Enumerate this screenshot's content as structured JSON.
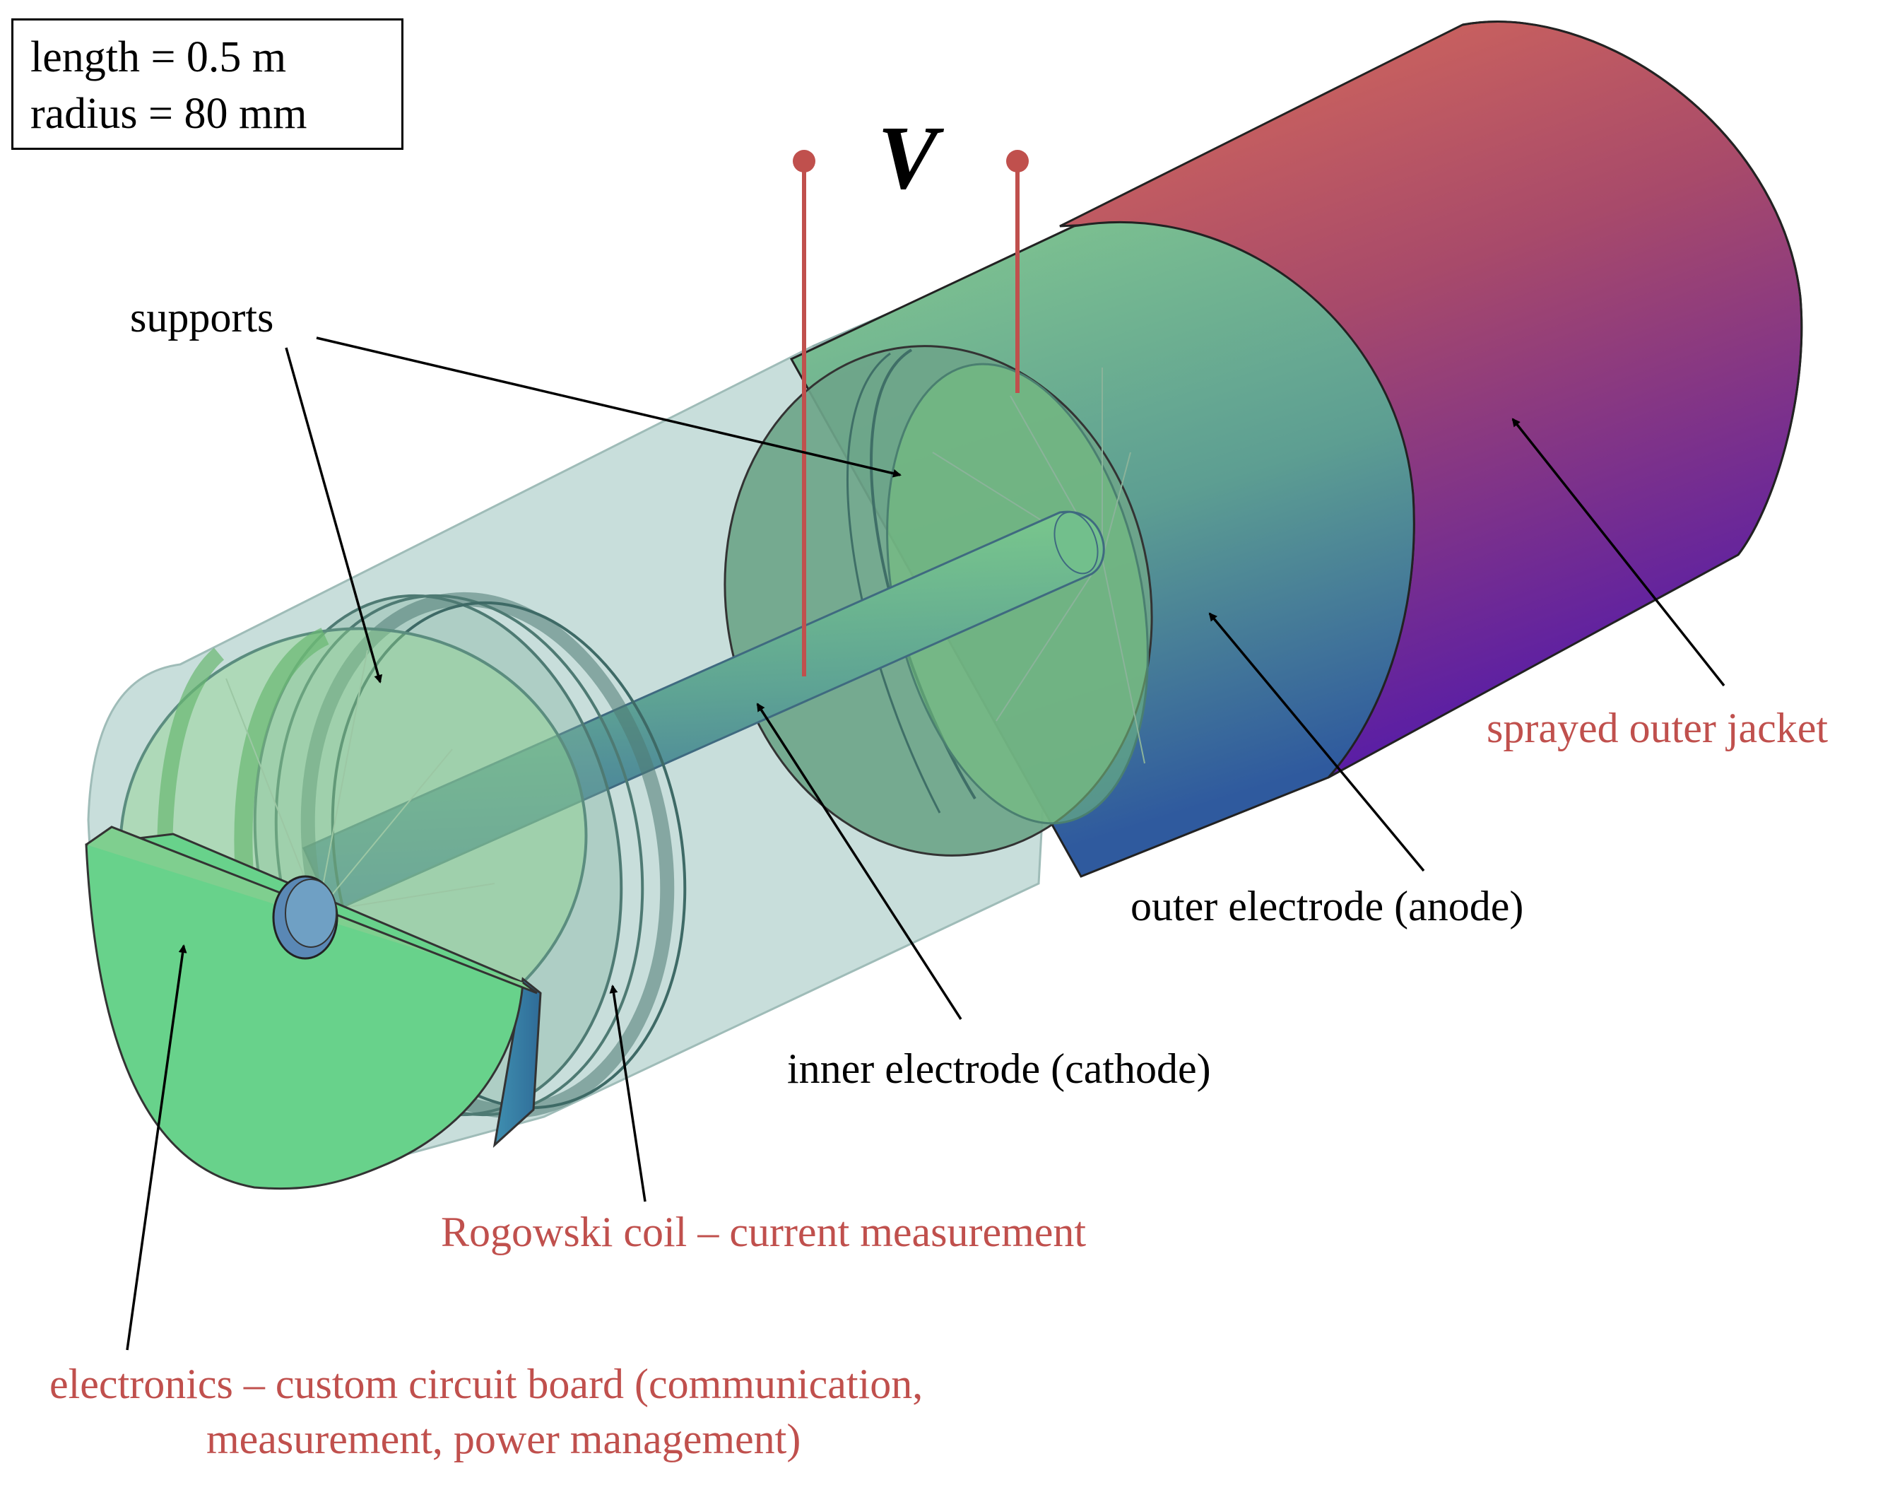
{
  "info": {
    "length": "length = 0.5 m",
    "radius": "radius = 80 mm"
  },
  "voltage_symbol": "V",
  "labels": {
    "supports": "supports",
    "sprayed_outer_jacket": "sprayed outer jacket",
    "outer_electrode": "outer electrode (anode)",
    "inner_electrode": "inner electrode (cathode)",
    "rogowski_coil": "Rogowski coil – current measurement",
    "electronics_line1": "electronics – custom circuit board (communication,",
    "electronics_line2": "measurement, power management)"
  },
  "colors": {
    "label_black": "#000000",
    "label_red": "#c0504d",
    "jacket_top": "#d96c58",
    "jacket_bottom": "#5a1fa0",
    "anode_top": "#7fc48e",
    "anode_bottom": "#2e5a9c",
    "board_green": "#68d28b",
    "glass": "#a8c9c6",
    "wire_red": "#c0504d"
  }
}
